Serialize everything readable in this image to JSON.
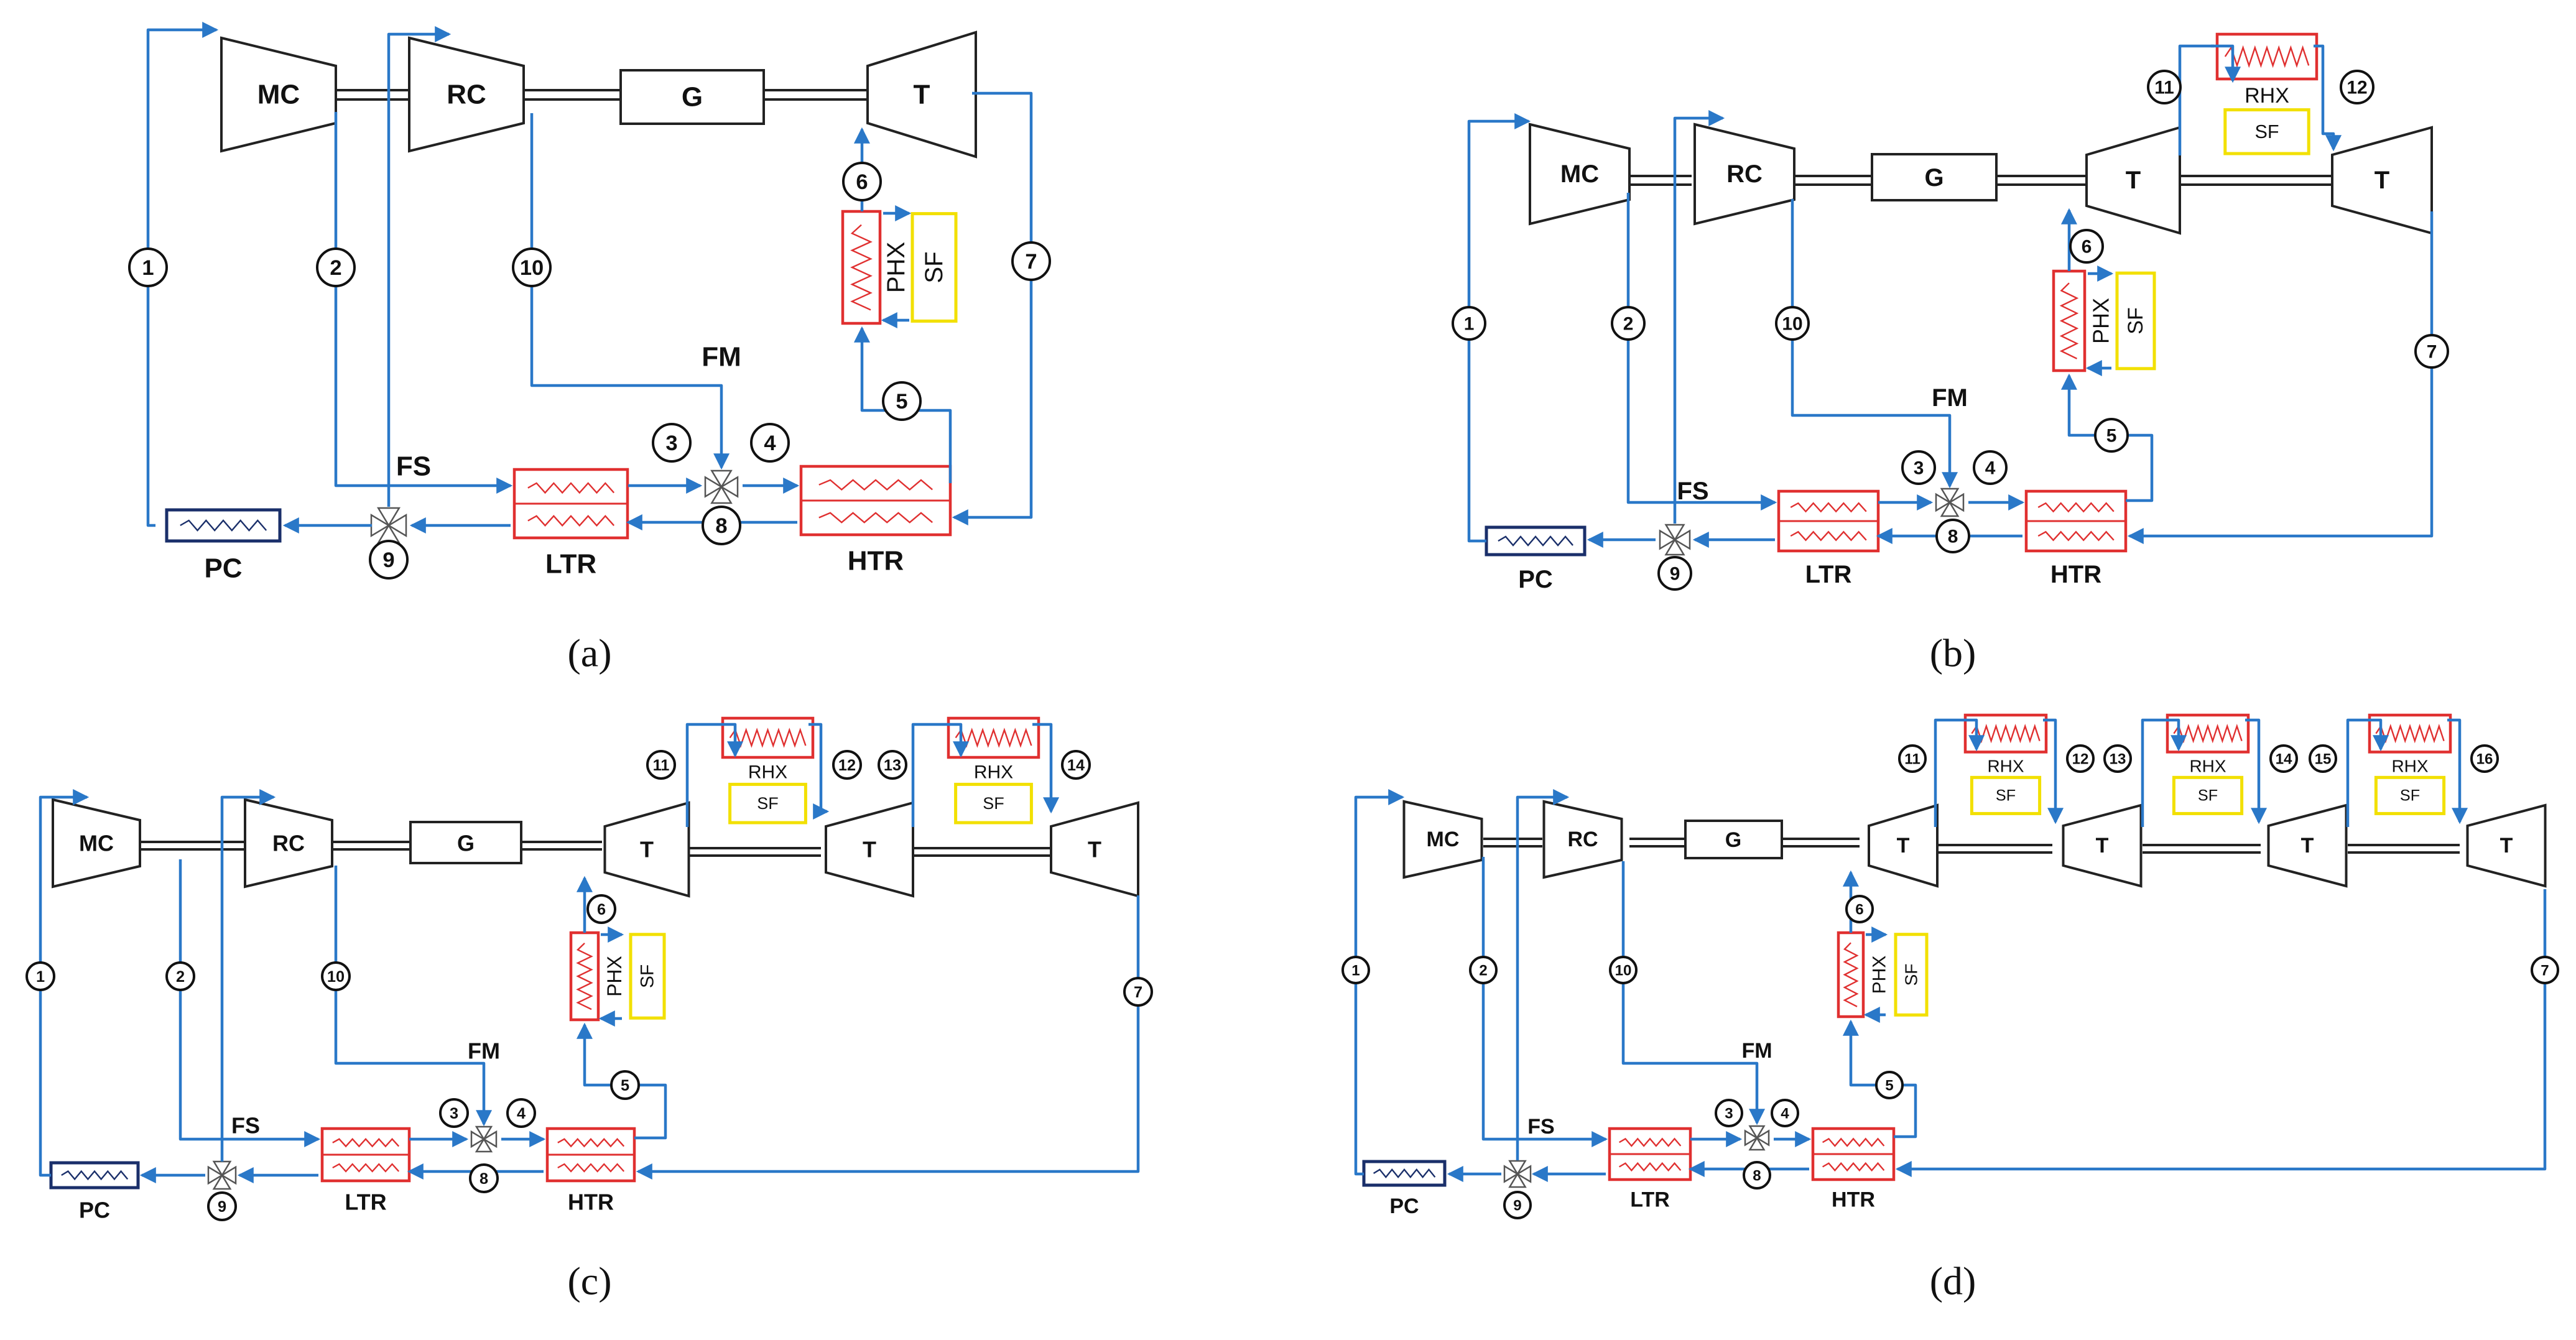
{
  "captions": [
    "(a)",
    "(b)",
    "(c)",
    "(d)"
  ],
  "components": {
    "main_compressor": "MC",
    "recompressor": "RC",
    "generator": "G",
    "turbine": "T",
    "primary_heat_exchanger": "PHX",
    "reheat_exchanger": "RHX",
    "solar_field": "SF",
    "precooler": "PC",
    "low_temp_recuperator": "LTR",
    "high_temp_recuperator": "HTR",
    "flow_merger": "FM",
    "flow_splitter": "FS"
  },
  "states_base": [
    "1",
    "2",
    "3",
    "4",
    "5",
    "6",
    "7",
    "8",
    "9",
    "10"
  ],
  "states_reheat": [
    "11",
    "12",
    "13",
    "14",
    "15",
    "16"
  ],
  "colors": {
    "pipe": "#2a78c8",
    "heat_exchanger": "#e03030",
    "solar_field": "#f2e000",
    "precooler": "#1a2f6a"
  }
}
